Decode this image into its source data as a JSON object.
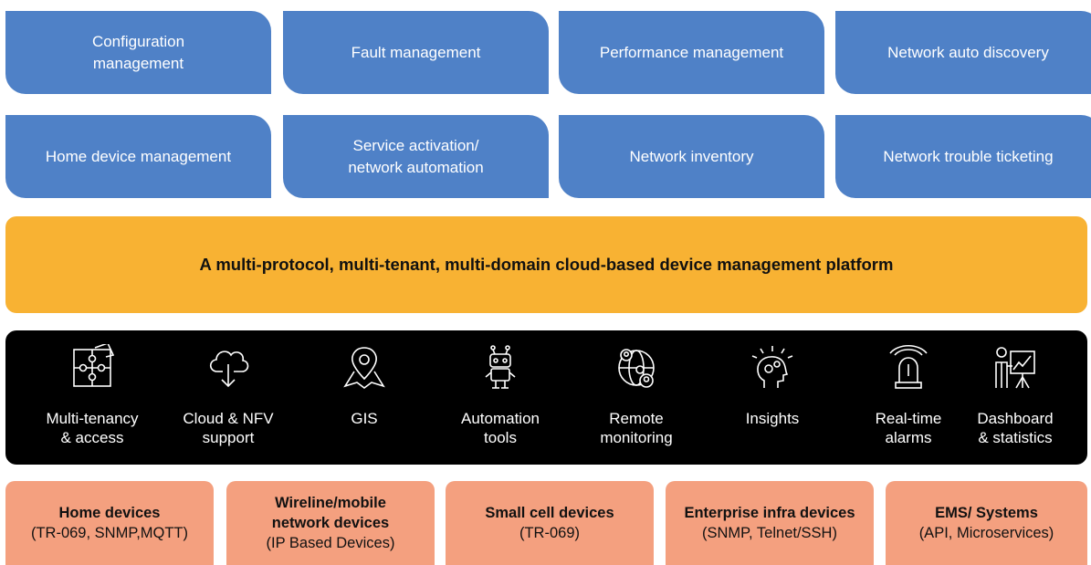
{
  "modules_row1": [
    "Configuration\nmanagement",
    "Fault management",
    "Performance management",
    "Network auto discovery"
  ],
  "modules_row2": [
    "Home device management",
    "Service activation/\nnetwork automation",
    "Network inventory",
    "Network trouble ticketing"
  ],
  "platform": "A multi-protocol, multi-tenant, multi-domain cloud-based device management platform",
  "features": [
    {
      "label": "Multi-tenancy\n& access",
      "icon": "puzzle-icon"
    },
    {
      "label": "Cloud & NFV\nsupport",
      "icon": "cloud-download-icon"
    },
    {
      "label": "GIS",
      "icon": "map-pin-icon"
    },
    {
      "label": "Automation\ntools",
      "icon": "robot-icon"
    },
    {
      "label": "Remote\nmonitoring",
      "icon": "globe-users-icon"
    },
    {
      "label": "Insights",
      "icon": "head-gears-icon"
    },
    {
      "label": "Real-time\nalarms",
      "icon": "alarm-siren-icon"
    },
    {
      "label": "Dashboard\n& statistics",
      "icon": "presenter-chart-icon"
    }
  ],
  "devices": [
    {
      "title": "Home devices",
      "sub": "(TR-069, SNMP,MQTT)"
    },
    {
      "title": "Wireline/mobile\nnetwork devices",
      "sub": "(IP Based Devices)"
    },
    {
      "title": "Small cell devices",
      "sub": "(TR-069)"
    },
    {
      "title": "Enterprise infra devices",
      "sub": "(SNMP, Telnet/SSH)"
    },
    {
      "title": "EMS/ Systems",
      "sub": "(API, Microservices)"
    }
  ],
  "colors": {
    "module_blue": "#4f81c7",
    "platform_orange": "#f8b233",
    "feature_bar": "#000000",
    "device_salmon": "#f4a07f"
  }
}
